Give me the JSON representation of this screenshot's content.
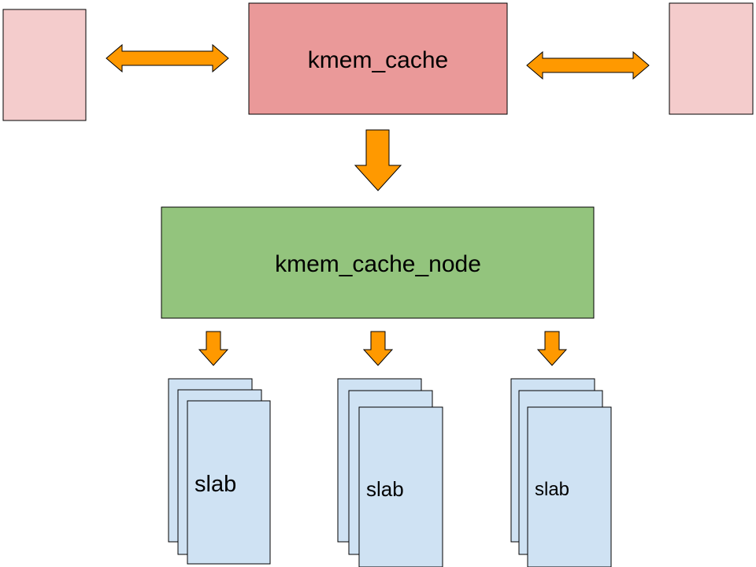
{
  "diagram": {
    "colors": {
      "cache_fill": "#ea9999",
      "neighbor_fill": "#f4cccc",
      "node_fill": "#93c47d",
      "slab_fill": "#cfe2f3",
      "arrow_fill": "#ff9900",
      "stroke": "#000000"
    },
    "kmem_cache": {
      "label": "kmem_cache"
    },
    "kmem_cache_node": {
      "label": "kmem_cache_node"
    },
    "slab_groups": [
      {
        "label": "slab"
      },
      {
        "label": "slab"
      },
      {
        "label": "slab"
      }
    ]
  }
}
